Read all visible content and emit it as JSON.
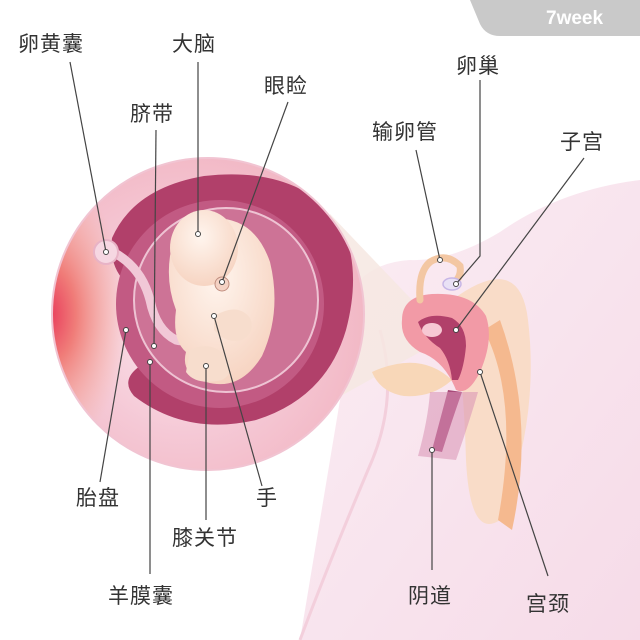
{
  "badge": {
    "week": "7week"
  },
  "labels": {
    "yolk_sac": "卵黄囊",
    "brain": "大脑",
    "umbilical_cord": "脐带",
    "eyelid": "眼睑",
    "ovary": "卵巢",
    "fallopian_tube": "输卵管",
    "uterus": "子宫",
    "placenta": "胎盘",
    "knee_joint": "膝关节",
    "hand": "手",
    "amniotic_sac": "羊膜囊",
    "vagina": "阴道",
    "cervix": "宫颈"
  },
  "colors": {
    "badge": "#c9c9c9",
    "body_silhouette": "#f9e6ef",
    "uterus_wall": "#f29aa6",
    "uterine_lining": "#b1406a",
    "embryo": "#fbe3d3",
    "leader_lines": "#444444"
  }
}
